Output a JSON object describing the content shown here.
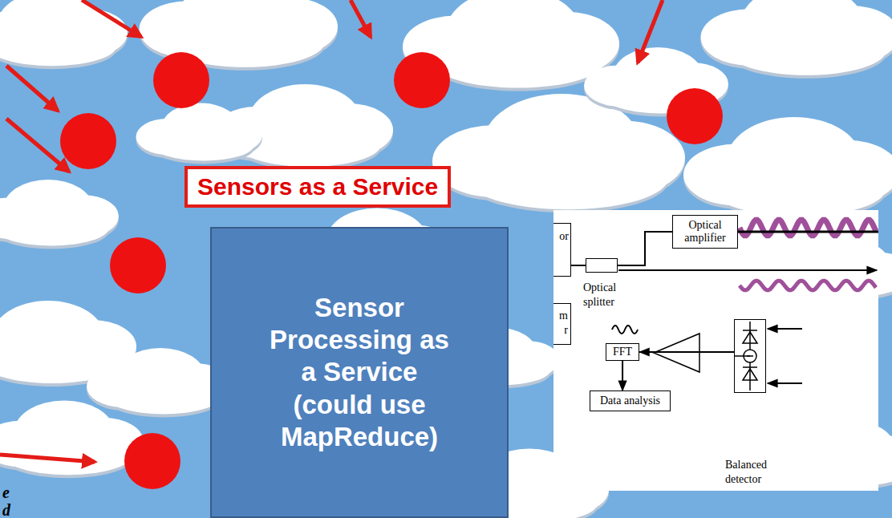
{
  "diagram": {
    "nodes": [
      {
        "text": [
          "Sensors as a Service"
        ]
      },
      {
        "text": [
          "Sensor Processing as a Service (could use MapReduce)"
        ]
      },
      {
        "text": [
          "or"
        ]
      },
      {
        "text": [
          "Optical amplifier"
        ]
      },
      {
        "text": [
          "Optical splitter"
        ]
      },
      {
        "text": [
          "m r"
        ]
      },
      {
        "text": [
          "FFT"
        ]
      },
      {
        "text": [
          "Balanced detector"
        ]
      },
      {
        "text": [
          "Data analysis"
        ]
      }
    ],
    "edges": [
      {
        "from": 2,
        "to": 4,
        "arrow": "none"
      },
      {
        "from": 4,
        "to": 3,
        "arrow": "none"
      },
      {
        "from": 7,
        "to": 6,
        "arrow": "to"
      },
      {
        "from": 6,
        "to": 8,
        "arrow": "to"
      }
    ],
    "labels": [
      "e",
      "d"
    ]
  }
}
